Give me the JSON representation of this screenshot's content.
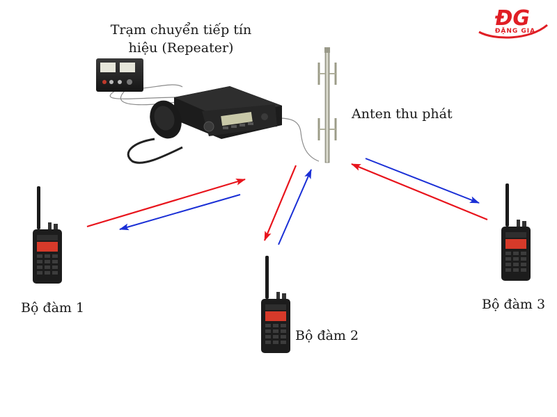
{
  "labels": {
    "repeater_line1": "Trạm chuyển tiếp tín",
    "repeater_line2": "hiệu (Repeater)",
    "antenna": "Anten thu phát",
    "radio_1": "Bộ đàm 1",
    "radio_2": "Bộ đàm 2",
    "radio_3": "Bộ đàm 3"
  },
  "brand": {
    "mark": "ĐG",
    "name": "ĐẶNG GIA"
  },
  "colors": {
    "uplink_arrow": "#e8141c",
    "downlink_arrow": "#1a2fd6",
    "brand_red": "#e01e25",
    "device_body": "#1c1c1c",
    "radio_display": "#d63a2a"
  }
}
